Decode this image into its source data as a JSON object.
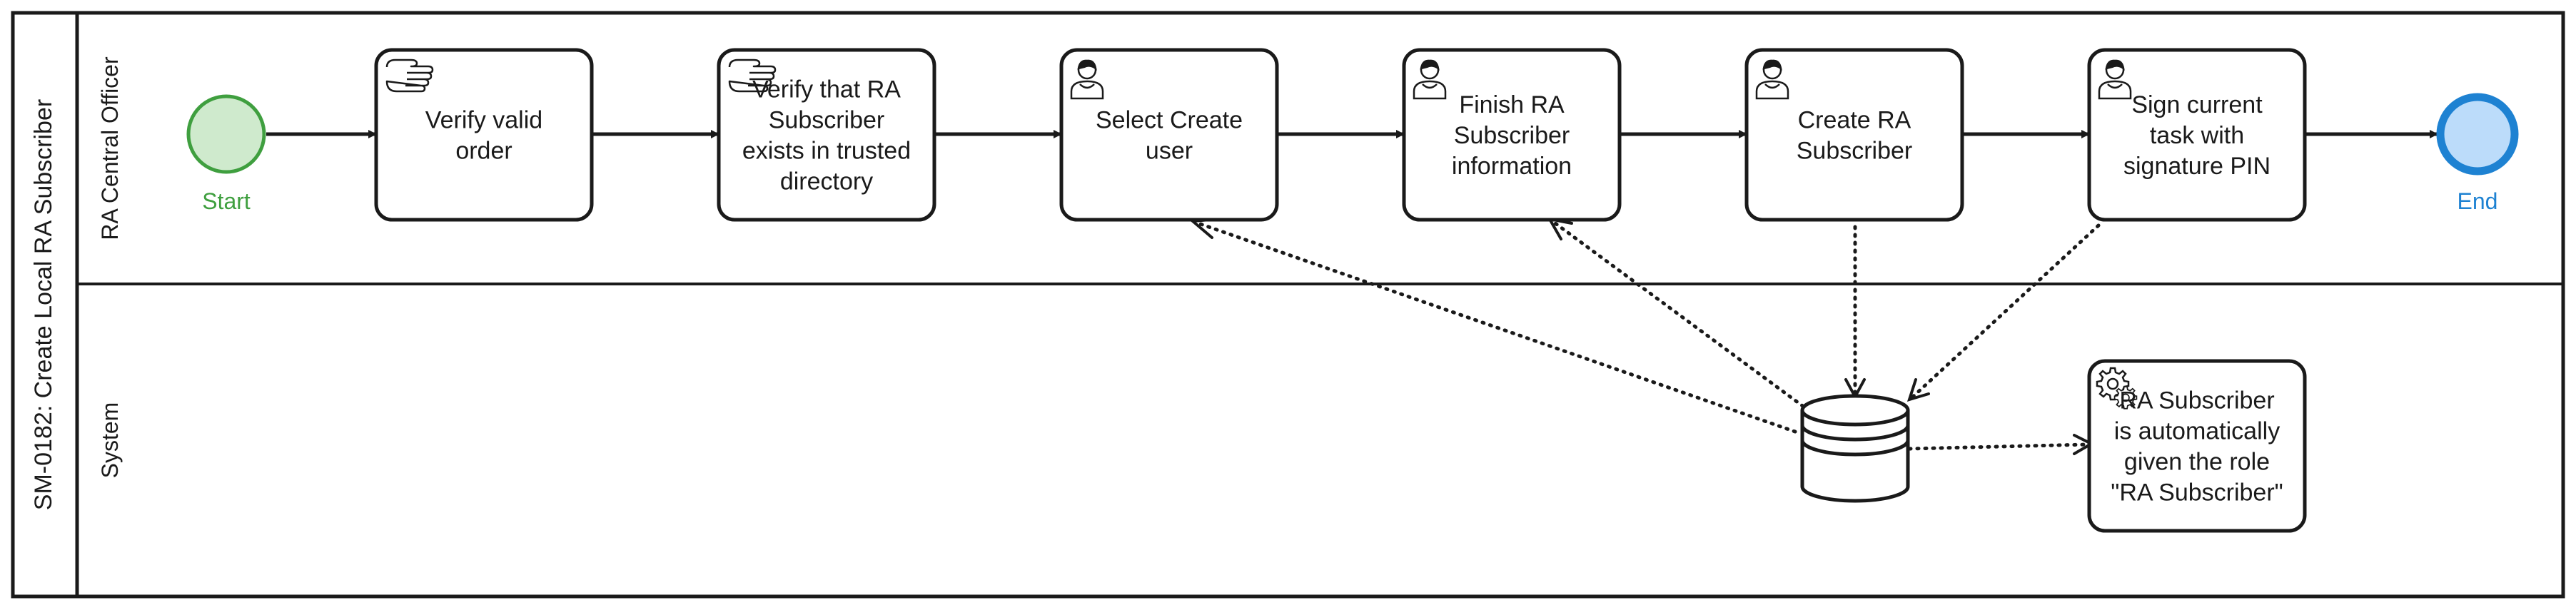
{
  "pool": {
    "title": "SM-0182: Create Local RA Subscriber"
  },
  "lanes": [
    {
      "id": "officer",
      "label": "RA Central Officer"
    },
    {
      "id": "system",
      "label": "System"
    }
  ],
  "events": {
    "start": {
      "label": "Start",
      "color": "#3f9f3f",
      "fill": "#cfeacd"
    },
    "end": {
      "label": "End",
      "color": "#1e82d2",
      "fill": "#bcdcfa"
    }
  },
  "tasks": [
    {
      "id": "t1",
      "kind": "manual",
      "icon": "hand-icon",
      "lines": [
        "Verify valid",
        "order"
      ]
    },
    {
      "id": "t2",
      "kind": "manual",
      "icon": "hand-icon",
      "lines": [
        "Verify that RA",
        "Subscriber",
        "exists in trusted",
        "directory"
      ]
    },
    {
      "id": "t3",
      "kind": "user",
      "icon": "user-icon",
      "lines": [
        "Select Create",
        "user"
      ]
    },
    {
      "id": "t4",
      "kind": "user",
      "icon": "user-icon",
      "lines": [
        "Finish RA",
        "Subscriber",
        "information"
      ]
    },
    {
      "id": "t5",
      "kind": "user",
      "icon": "user-icon",
      "lines": [
        "Create RA",
        "Subscriber"
      ]
    },
    {
      "id": "t6",
      "kind": "user",
      "icon": "user-icon",
      "lines": [
        "Sign current",
        "task with",
        "signature PIN"
      ]
    },
    {
      "id": "t7",
      "kind": "service",
      "icon": "gears-icon",
      "lines": [
        "RA Subscriber",
        "is automatically",
        "given the role",
        "\"RA Subscriber\""
      ]
    }
  ],
  "datastore": {
    "icon": "database-icon"
  },
  "colors": {
    "stroke": "#1a1a1a"
  }
}
